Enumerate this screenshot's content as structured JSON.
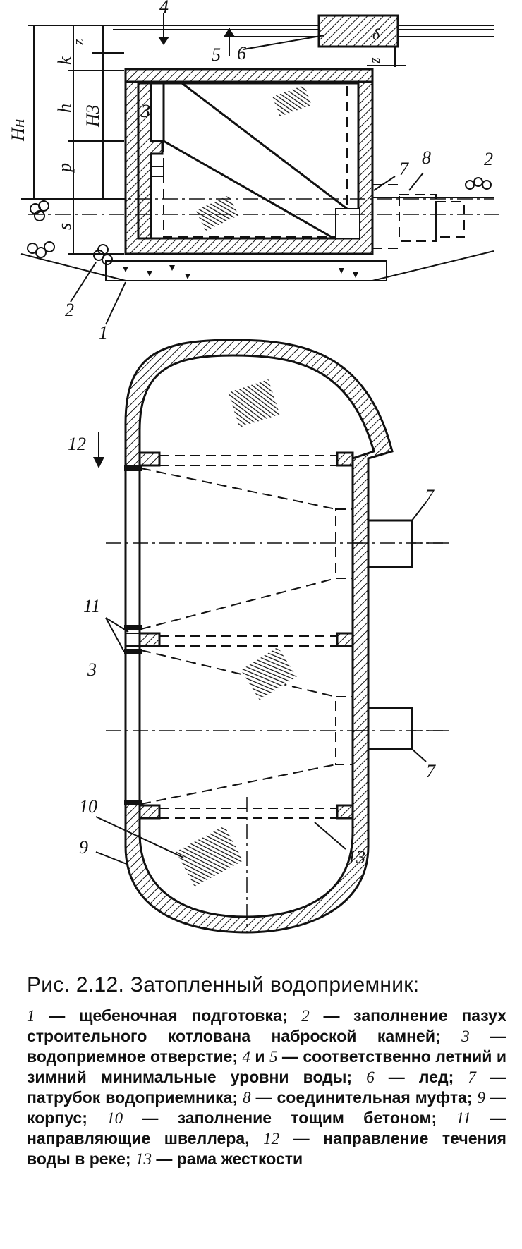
{
  "figure": {
    "callouts": {
      "c1": "1",
      "c2a": "2",
      "c2b": "2",
      "c3a": "3",
      "c3b": "3",
      "c4": "4",
      "c5": "5",
      "c6": "6",
      "c7a": "7",
      "c7b": "7",
      "c7c": "7",
      "c8": "8",
      "c9": "9",
      "c10": "10",
      "c11": "11",
      "c12": "12",
      "c13": "13"
    },
    "dims": {
      "hn": "Hн",
      "h3": "H3",
      "z_top": "z",
      "k": "k",
      "h": "h",
      "p": "p",
      "s": "s",
      "z_right": "z"
    }
  },
  "caption": {
    "title": "Рис. 2.12. Затопленный водоприемник:",
    "legend": [
      {
        "num": "1",
        "text": " — щебеночная подготовка; "
      },
      {
        "num": "2",
        "text": " — заполнение пазух строительного котлована наброской камней; "
      },
      {
        "num": "3",
        "text": " — водоприемное отверстие; "
      },
      {
        "num": "4",
        "text": " и "
      },
      {
        "num": "5",
        "text": " — соответственно летний и зимний минимальные уровни воды; "
      },
      {
        "num": "6",
        "text": " — лед; "
      },
      {
        "num": "7",
        "text": " — патрубок водоприемника; "
      },
      {
        "num": "8",
        "text": " — соединительная муфта; "
      },
      {
        "num": "9",
        "text": " — корпус; "
      },
      {
        "num": "10",
        "text": " — заполнение тощим бетоном; "
      },
      {
        "num": "11",
        "text": " — направляющие швеллера, "
      },
      {
        "num": "12",
        "text": " — направление течения воды в реке; "
      },
      {
        "num": "13",
        "text": " — рама жесткости"
      }
    ]
  }
}
